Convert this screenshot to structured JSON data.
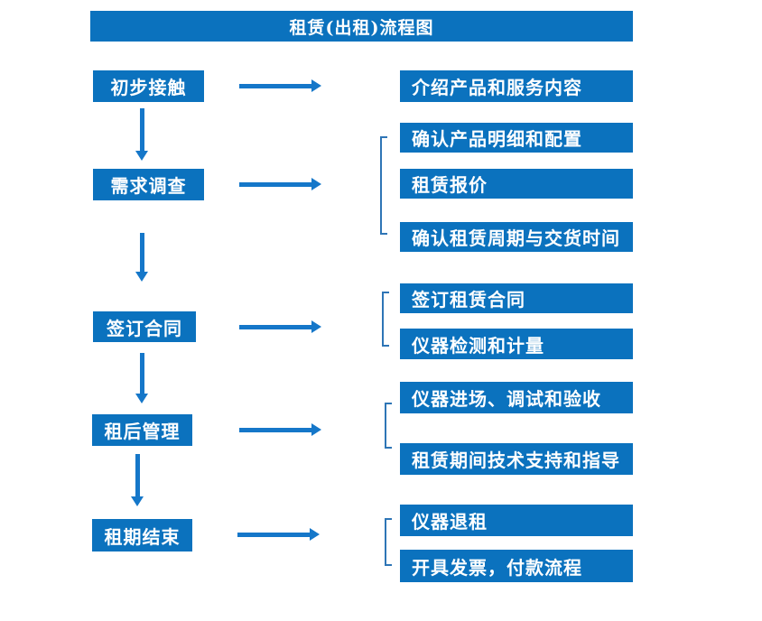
{
  "title": "租赁(出租)流程图",
  "colors": {
    "box_fill": "#0b72be",
    "arrow": "#1577c9",
    "bracket": "#2e75b6",
    "text": "#ffffff",
    "background": "#ffffff"
  },
  "flow": {
    "steps": [
      {
        "label": "初步接触",
        "details": [
          "介绍产品和服务内容"
        ]
      },
      {
        "label": "需求调查",
        "details": [
          "确认产品明细和配置",
          "租赁报价",
          "确认租赁周期与交货时间"
        ]
      },
      {
        "label": "签订合同",
        "details": [
          "签订租赁合同",
          "仪器检测和计量"
        ]
      },
      {
        "label": "租后管理",
        "details": [
          "仪器进场、调试和验收",
          "租赁期间技术支持和指导"
        ]
      },
      {
        "label": "租期结束",
        "details": [
          "仪器退租",
          "开具发票，付款流程"
        ]
      }
    ]
  }
}
